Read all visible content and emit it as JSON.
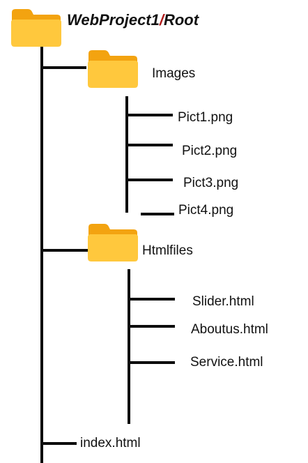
{
  "root": {
    "name": "WebProject1",
    "separator": "/",
    "suffix": "Root",
    "icon": "folder-icon",
    "separator_color": "#b01a1a"
  },
  "folders": [
    {
      "name": "Images",
      "icon": "folder-icon",
      "files": [
        "Pict1.png",
        "Pict2.png",
        "Pict3.png",
        "Pict4.png"
      ]
    },
    {
      "name": "Htmlfiles",
      "icon": "folder-icon",
      "files": [
        "Slider.html",
        "Aboutus.html",
        "Service.html"
      ]
    }
  ],
  "root_files": [
    "index.html"
  ],
  "colors": {
    "folder_back": "#F3A310",
    "folder_front": "#FFC83D",
    "line": "#0a0a0a"
  }
}
